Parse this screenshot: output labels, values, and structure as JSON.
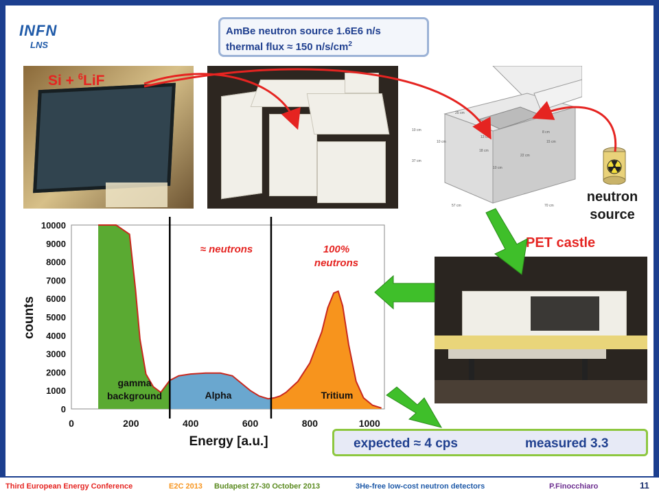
{
  "header": {
    "logo_main": "INFN",
    "logo_sub": "LNS",
    "source_line1": "AmBe neutron source 1.6E6 n/s",
    "source_line2_prefix": "thermal flux ≈ 150 n/s/cm",
    "source_line2_sup": "2"
  },
  "labels": {
    "detector_prefix": "Si + ",
    "detector_sup": "6",
    "detector_suffix": "LiF",
    "neutron_line1": "neutron",
    "neutron_line2": "source",
    "pet_castle": "PET castle"
  },
  "diagram": {
    "dims": [
      "25 cm",
      "10 cm",
      "13 cm",
      "8 cm",
      "18 cm",
      "37 cm",
      "10 cm",
      "22 cm",
      "15 cm",
      "10 cm",
      "57 cm",
      "70 cm"
    ]
  },
  "result": {
    "expected": "expected ≈ 4 cps",
    "measured": "measured 3.3"
  },
  "footer": {
    "conference": "Third European Energy Conference",
    "code": "E2C 2013",
    "place": "Budapest 27-30 October 2013",
    "topic": "3He-free low-cost neutron detectors",
    "author": "P.Finocchiaro",
    "page": "11"
  },
  "colors": {
    "frame": "#1c3f8f",
    "red": "#e52421",
    "gamma": "#5aaa32",
    "alpha": "#6aa7cf",
    "tritium": "#f7941d",
    "arrow_green": "#3fbf2a"
  },
  "chart_data": {
    "type": "area",
    "xlabel": "Energy [a.u.]",
    "ylabel": "counts",
    "xlim": [
      0,
      1050
    ],
    "ylim": [
      0,
      10000
    ],
    "x_ticks": [
      0,
      200,
      400,
      600,
      800,
      1000
    ],
    "y_ticks": [
      0,
      1000,
      2000,
      3000,
      4000,
      5000,
      6000,
      7000,
      8000,
      9000,
      10000
    ],
    "x": [
      90,
      150,
      195,
      215,
      230,
      250,
      275,
      300,
      330,
      360,
      400,
      450,
      500,
      540,
      570,
      600,
      630,
      660,
      680,
      700,
      720,
      760,
      800,
      840,
      860,
      880,
      895,
      910,
      930,
      955,
      980,
      1010,
      1040
    ],
    "values": [
      10000,
      10000,
      9500,
      6500,
      3800,
      1900,
      1200,
      900,
      1550,
      1800,
      1900,
      1950,
      1950,
      1800,
      1400,
      1000,
      700,
      550,
      600,
      700,
      900,
      1500,
      2500,
      4200,
      5500,
      6300,
      6400,
      5600,
      3500,
      1500,
      600,
      200,
      50
    ],
    "regions": [
      {
        "name": "gamma background",
        "x": [
          90,
          330
        ],
        "color": "#5aaa32"
      },
      {
        "name": "Alpha",
        "x": [
          330,
          670
        ],
        "color": "#6aa7cf"
      },
      {
        "name": "Tritium",
        "x": [
          670,
          1040
        ],
        "color": "#f7941d"
      }
    ],
    "region_labels": {
      "gamma_line1": "gamma",
      "gamma_line2": "background",
      "alpha": "Alpha",
      "tritium": "Tritium"
    },
    "dividers": [
      330,
      670
    ],
    "annotations": {
      "approx_neutrons": "≈ neutrons",
      "full_line1": "100%",
      "full_line2": "neutrons"
    }
  }
}
